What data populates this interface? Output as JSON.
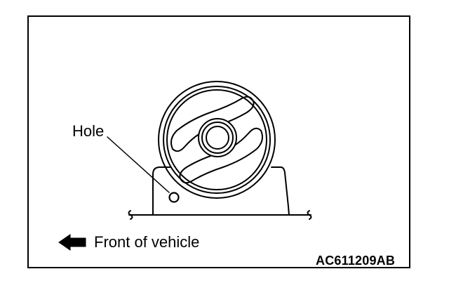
{
  "labels": {
    "hole": "Hole",
    "front_of_vehicle": "Front of vehicle",
    "figure_code": "AC611209AB"
  },
  "icons": {
    "direction_arrow": "left-arrow-icon"
  },
  "colors": {
    "line": "#000000",
    "background": "#ffffff"
  }
}
